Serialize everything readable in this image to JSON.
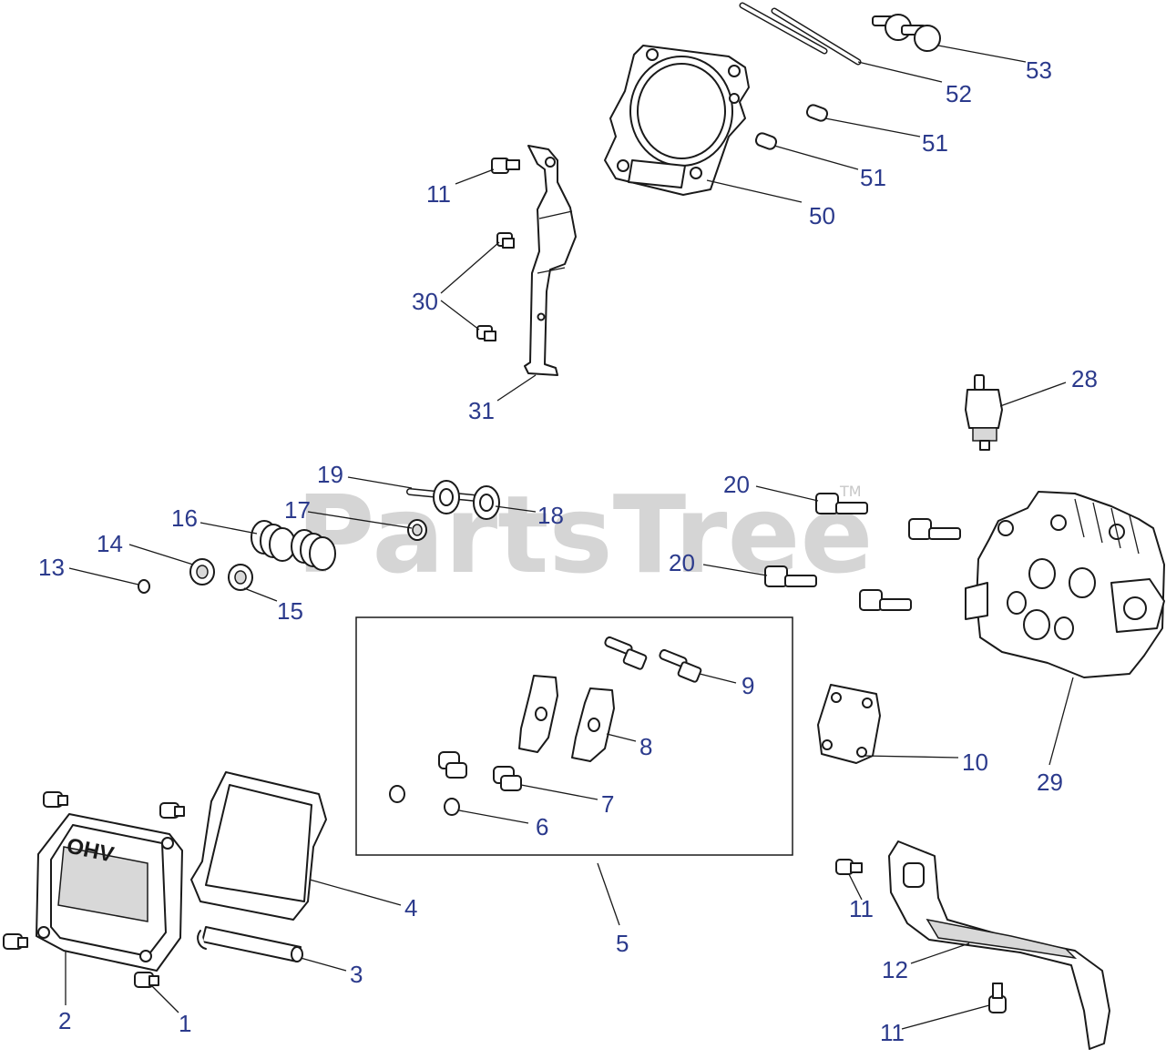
{
  "watermark": {
    "text": "PartsTree",
    "mark": "TM"
  },
  "callouts": [
    {
      "id": "53",
      "label": "53"
    },
    {
      "id": "52",
      "label": "52"
    },
    {
      "id": "51a",
      "label": "51"
    },
    {
      "id": "51b",
      "label": "51"
    },
    {
      "id": "50",
      "label": "50"
    },
    {
      "id": "11a",
      "label": "11"
    },
    {
      "id": "30",
      "label": "30"
    },
    {
      "id": "31",
      "label": "31"
    },
    {
      "id": "28",
      "label": "28"
    },
    {
      "id": "19",
      "label": "19"
    },
    {
      "id": "18",
      "label": "18"
    },
    {
      "id": "20a",
      "label": "20"
    },
    {
      "id": "20b",
      "label": "20"
    },
    {
      "id": "16",
      "label": "16"
    },
    {
      "id": "17",
      "label": "17"
    },
    {
      "id": "14",
      "label": "14"
    },
    {
      "id": "13",
      "label": "13"
    },
    {
      "id": "15",
      "label": "15"
    },
    {
      "id": "9",
      "label": "9"
    },
    {
      "id": "8",
      "label": "8"
    },
    {
      "id": "7",
      "label": "7"
    },
    {
      "id": "6",
      "label": "6"
    },
    {
      "id": "10",
      "label": "10"
    },
    {
      "id": "29",
      "label": "29"
    },
    {
      "id": "4",
      "label": "4"
    },
    {
      "id": "5",
      "label": "5"
    },
    {
      "id": "3",
      "label": "3"
    },
    {
      "id": "2",
      "label": "2"
    },
    {
      "id": "1",
      "label": "1"
    },
    {
      "id": "11b",
      "label": "11"
    },
    {
      "id": "12",
      "label": "12"
    },
    {
      "id": "11c",
      "label": "11"
    }
  ],
  "valve_cover_text": "OHV"
}
